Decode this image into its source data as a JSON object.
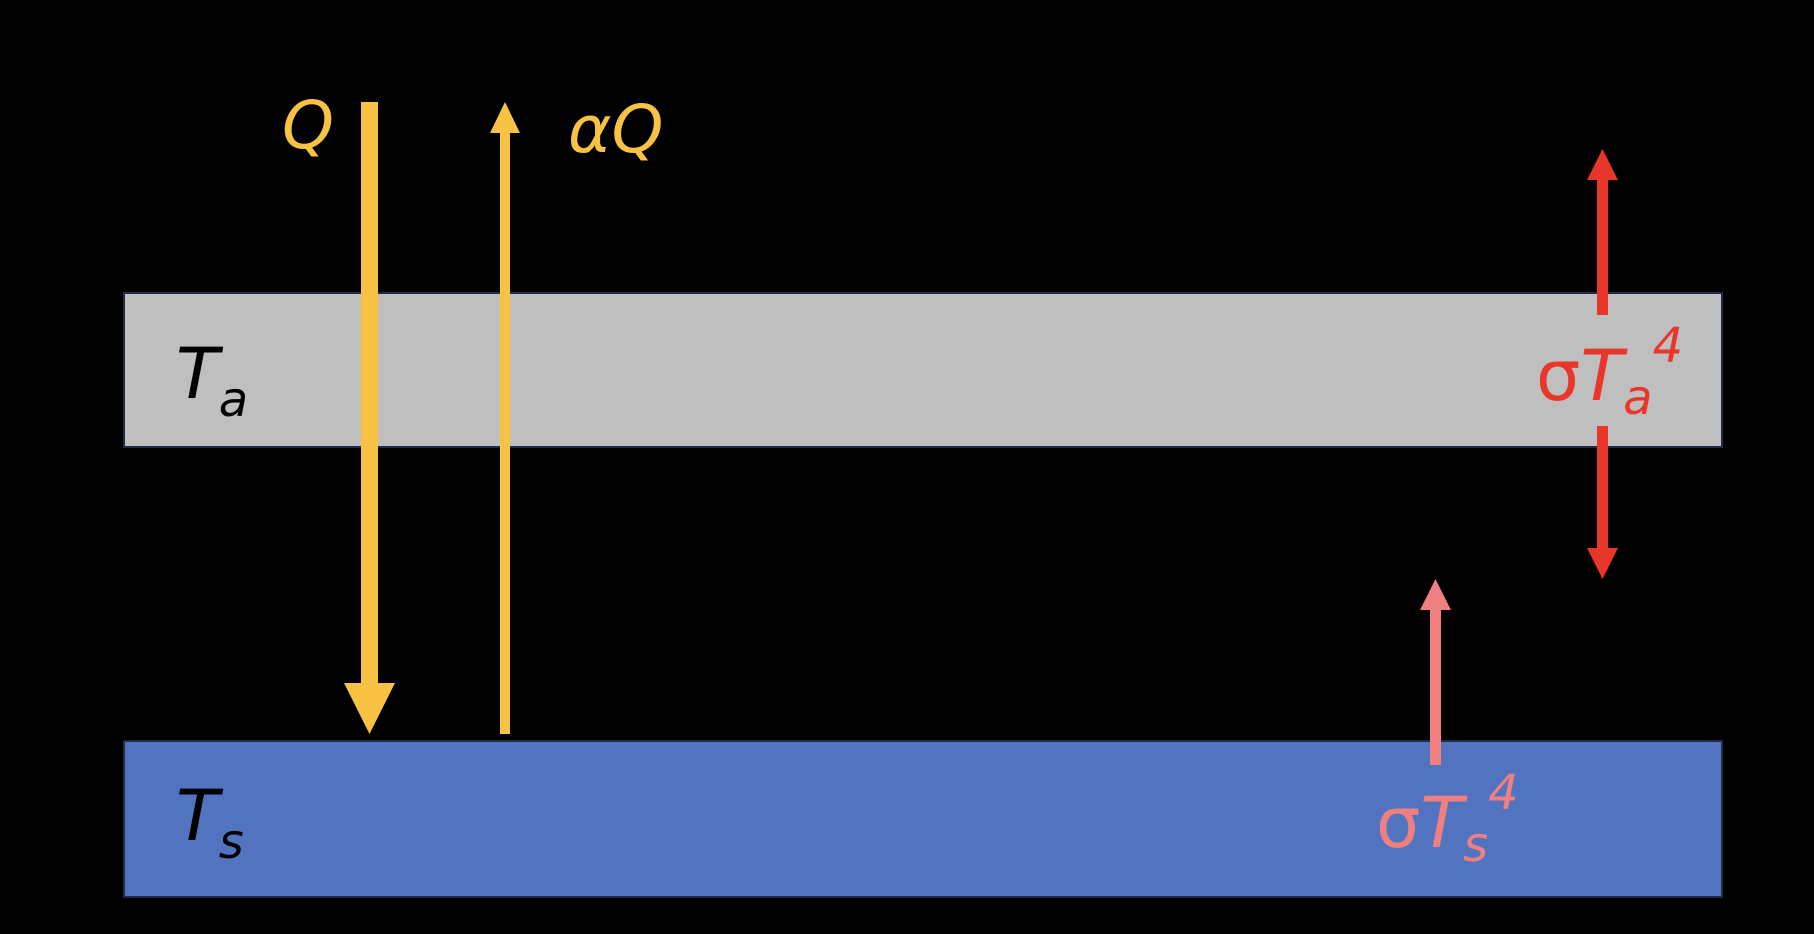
{
  "layers": {
    "atmosphere": {
      "symbol": "T",
      "subscript": "a",
      "fill": "#BFBFBF",
      "stroke": "#1F2A44"
    },
    "surface": {
      "symbol": "T",
      "subscript": "s",
      "fill": "#5274C0",
      "stroke": "#1F2A44"
    }
  },
  "fluxes": {
    "incoming_solar": {
      "label": "Q",
      "color": "#F8C242"
    },
    "reflected_solar": {
      "prefix": "α",
      "label": "Q",
      "color": "#F8C242"
    },
    "atmosphere_emission": {
      "sigma": "σ",
      "symbol": "T",
      "subscript": "a",
      "exponent": "4",
      "color": "#E8362A"
    },
    "surface_emission": {
      "sigma": "σ",
      "symbol": "T",
      "subscript": "s",
      "exponent": "4",
      "color": "#F08080"
    }
  },
  "colors": {
    "background": "#000000",
    "label_dark": "#000000"
  }
}
